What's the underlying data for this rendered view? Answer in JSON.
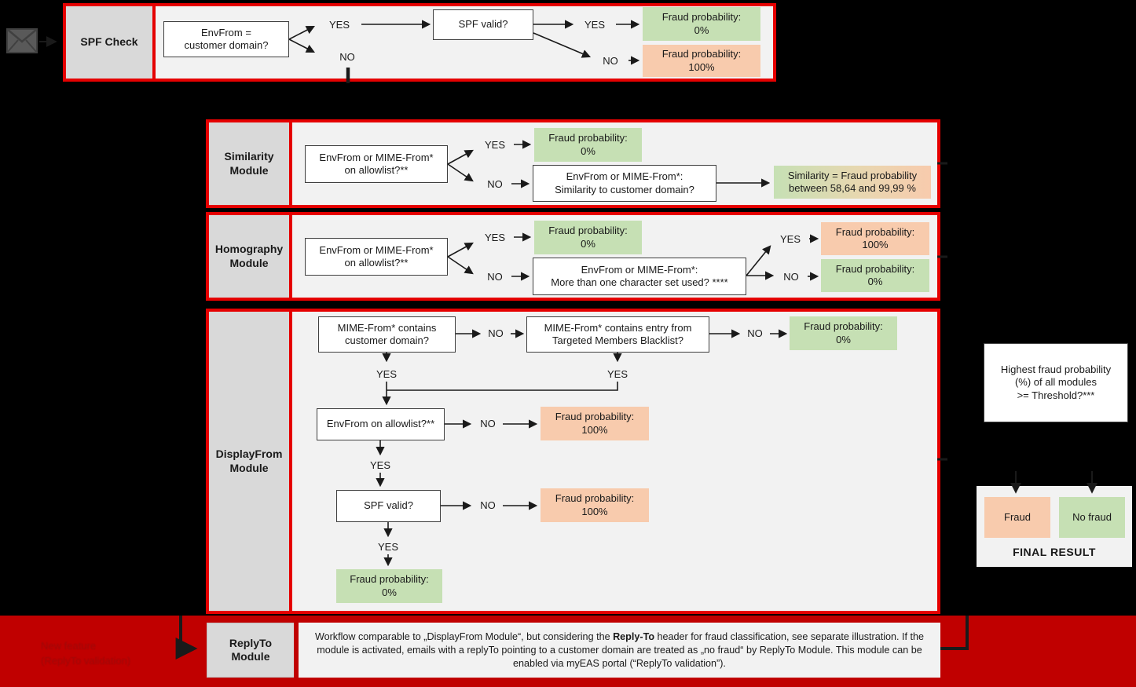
{
  "labels": {
    "yes": "YES",
    "no": "NO"
  },
  "colors": {
    "background": "#000000",
    "module_border": "#e50000",
    "module_fill": "#f2f2f2",
    "label_fill": "#d9d9d9",
    "result_ok": "#c6e0b4",
    "result_fraud": "#f8cbad",
    "bottom_strip": "#c00000"
  },
  "icons": {
    "envelope": "envelope-icon"
  },
  "spf": {
    "label": "SPF Check",
    "q_envfrom": "EnvFrom =\ncustomer domain?",
    "q_spf_valid": "SPF valid?",
    "result_ok": "Fraud probability:\n0%",
    "result_fraud": "Fraud probability:\n100%"
  },
  "similarity": {
    "label": "Similarity\nModule",
    "q_allowlist": "EnvFrom or MIME-From*\non allowlist?**",
    "result_ok": "Fraud probability:\n0%",
    "q_similarity": "EnvFrom or MIME-From*:\nSimilarity to customer domain?",
    "result_range": "Similarity = Fraud probability\nbetween 58,64 and 99,99 %"
  },
  "homography": {
    "label": "Homography\nModule",
    "q_allowlist": "EnvFrom or MIME-From*\non allowlist?**",
    "result_ok": "Fraud probability:\n0%",
    "q_charset": "EnvFrom or MIME-From*:\nMore than one character set used? ****",
    "result_fraud": "Fraud probability:\n100%",
    "result_ok2": "Fraud probability:\n0%"
  },
  "displayfrom": {
    "label": "DisplayFrom\nModule",
    "q_contains": "MIME-From* contains\ncustomer domain?",
    "q_blacklist": "MIME-From* contains entry from\nTargeted Members Blacklist?",
    "result_ok1": "Fraud probability:\n0%",
    "q_allowlist": "EnvFrom on allowlist?**",
    "result_fraud1": "Fraud probability:\n100%",
    "q_spf_valid": "SPF valid?",
    "result_fraud2": "Fraud probability:\n100%",
    "result_ok2": "Fraud probability:\n0%"
  },
  "decision": {
    "threshold": "Highest fraud probability\n(%) of all modules\n>= Threshold?***",
    "fraud": "Fraud",
    "no_fraud": "No fraud",
    "final_result": "FINAL RESULT"
  },
  "replyto": {
    "label": "ReplyTo\nModule",
    "text_pre": "Workflow comparable to „DisplayFrom Module“, but considering the ",
    "text_bold": "Reply-To",
    "text_post": " header for fraud classification, see separate illustration. If the module is activated, emails with a replyTo pointing to a customer domain are treated as „no fraud“ by ReplyTo Module. This module can be enabled via myEAS portal (“ReplyTo validation”).",
    "hidden_note": "New feature\n(ReplyTo validation)"
  }
}
